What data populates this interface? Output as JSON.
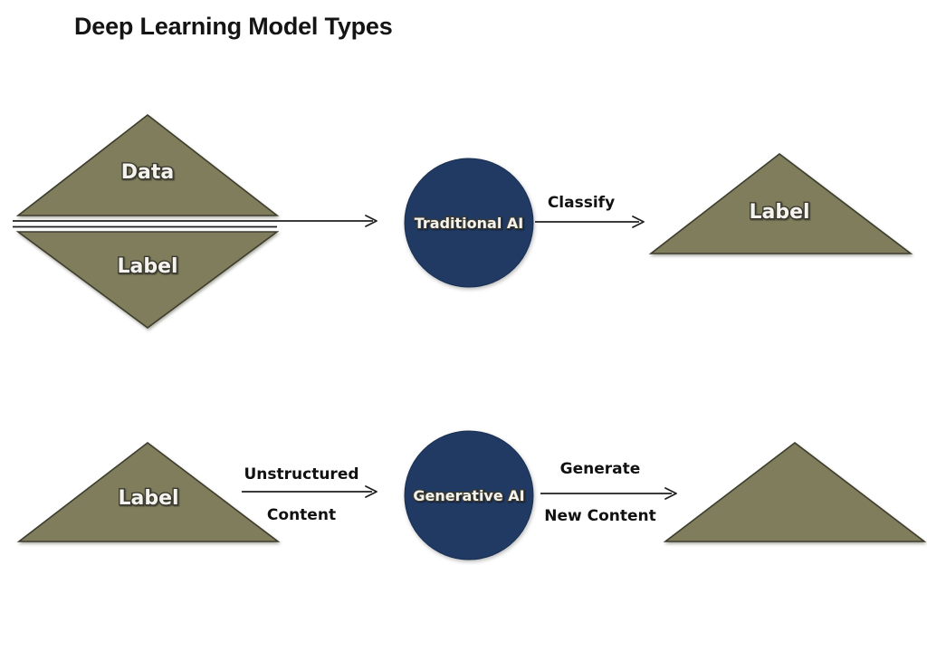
{
  "title": "Deep Learning Model Types",
  "colors": {
    "background": "#ffffff",
    "shape_fill": "#7f7d5c",
    "shape_border": "#3e3d2e",
    "circle_fill": "#203a63",
    "label_text": "#f4f3ee",
    "label_outline": "#3b3a30",
    "text": "#111111"
  },
  "flow1": {
    "input_top": "Data",
    "input_bottom": "Label",
    "model": "Traditional AI",
    "action": "Classify",
    "output": "Label"
  },
  "flow2": {
    "input": "Label",
    "action_in_line1": "Unstructured",
    "action_in_line2": "Content",
    "model": "Generative AI",
    "action_out_line1": "Generate",
    "action_out_line2": "New Content"
  }
}
